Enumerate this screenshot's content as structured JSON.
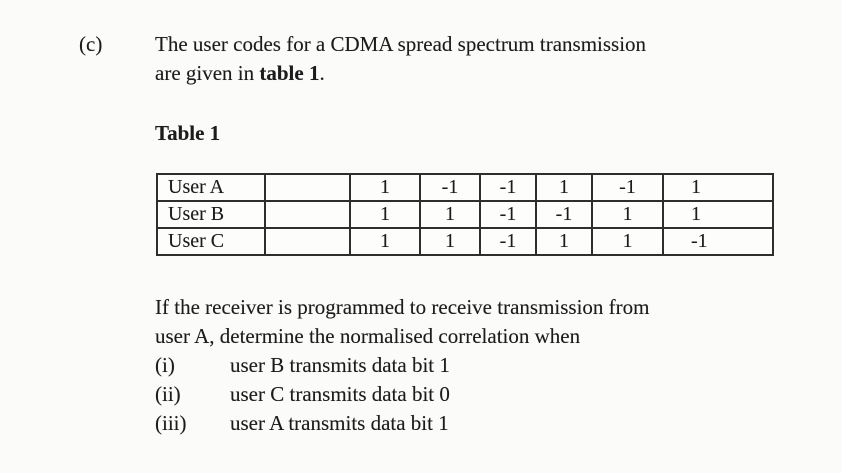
{
  "question": {
    "part_label": "(c)",
    "intro_line1": "The user codes for a CDMA spread spectrum transmission",
    "intro_line2_prefix": "are given in ",
    "intro_line2_bold": "table 1",
    "intro_line2_suffix": "."
  },
  "table": {
    "title": "Table 1",
    "rows": [
      {
        "label": "User A",
        "values": [
          "",
          "1",
          "-1",
          "-1",
          "1",
          "-1",
          "1"
        ]
      },
      {
        "label": "User B",
        "values": [
          "",
          "1",
          "1",
          "-1",
          "-1",
          "1",
          "1"
        ]
      },
      {
        "label": "User C",
        "values": [
          "",
          "1",
          "1",
          "-1",
          "1",
          "1",
          "-1"
        ]
      }
    ]
  },
  "followup": {
    "line1": "If the receiver is programmed to receive transmission from",
    "line2": "user A, determine the normalised correlation when",
    "items": [
      {
        "numeral": "(i)",
        "text": "user B transmits data bit 1"
      },
      {
        "numeral": "(ii)",
        "text": "user C transmits data bit 0"
      },
      {
        "numeral": "(iii)",
        "text": "user A transmits data bit 1"
      }
    ]
  }
}
